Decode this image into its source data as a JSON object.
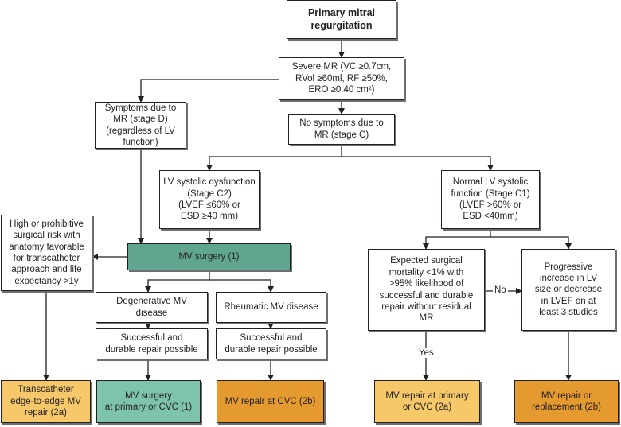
{
  "nodes": {
    "primary": "Primary mitral\nregurgitation",
    "severe": "Severe MR (VC ≥0.7cm,\nRVol ≥60ml, RF ≥50%,\nERO ≥0.40 cm²)",
    "symptoms": "Symptoms due to\nMR (stage D)\n(regardless of LV\nfunction)",
    "no_symptoms": "No symptoms due to\nMR (stage C)",
    "lv_dysfunction": "LV systolic dysfunction\n(Stage C2)\n(LVEF ≤60% or\nESD ≥40 mm)",
    "normal_lv": "Normal LV systolic\nfunction (Stage C1)\n(LVEF >60% or\nESD <40mm)",
    "high_risk": "High or prohibitive\nsurgical risk with\nanatomy favorable\nfor transcatheter\napproach and life\nexpectancy >1y",
    "mv_surgery": "MV surgery (1)",
    "degenerative": "Degenerative MV\ndisease",
    "rheumatic": "Rheumatic MV disease",
    "repair_possible_1": "Successful and\ndurable repair possible",
    "repair_possible_2": "Successful and\ndurable repair possible",
    "expected_mortality": "Expected surgical\nmortality <1% with\n>95% likelihood of\nsuccessful and durable\nrepair without residual\nMR",
    "progressive": "Progressive\nincrease in LV\nsize or decrease\nin LVEF on at\nleast 3 studies",
    "transcatheter": "Transcatheter\nedge-to-edge MV\nrepair (2a)",
    "mv_surgery_primary": "MV surgery\nat primary or CVC (1)",
    "mv_repair_cvc": "MV repair at CVC (2b)",
    "mv_repair_primary": "MV repair at primary\nor CVC (2a)",
    "mv_repair_replacement": "MV repair or\nreplacement (2b)"
  },
  "edge_labels": {
    "yes": "Yes",
    "no": "No"
  },
  "colors": {
    "mv_surgery_fill": "#5fa58f",
    "class1_fill": "#7ec4ac",
    "class2a_fill": "#f6c86a",
    "class2b_fill": "#e59a2f"
  }
}
